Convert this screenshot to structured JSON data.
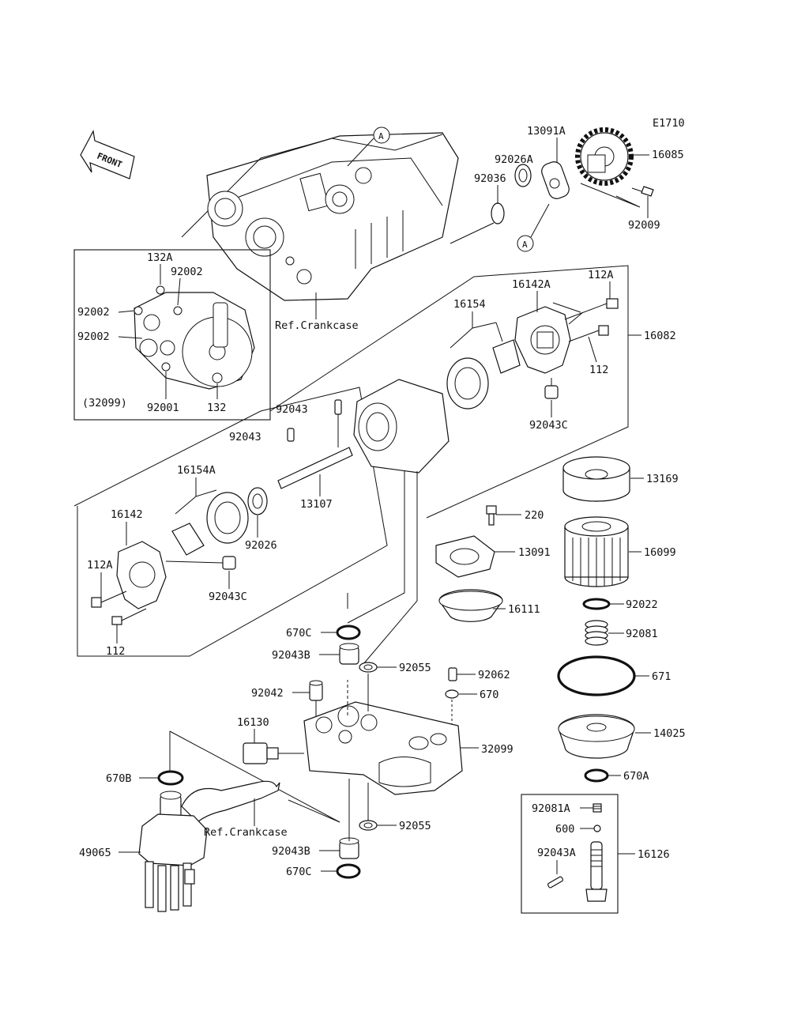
{
  "diagram_code": "E1710",
  "front_label": "FRONT",
  "ref_crankcase_upper": "Ref.Crankcase",
  "ref_crankcase_lower": "Ref.Crankcase",
  "marker_A": "A",
  "parts": {
    "p13091A": "13091A",
    "p16085": "16085",
    "p92026A": "92026A",
    "p92036": "92036",
    "p92009": "92009",
    "p132A": "132A",
    "p92002a": "92002",
    "p92002b": "92002",
    "p92002c": "92002",
    "p32099_paren": "(32099)",
    "p92001": "92001",
    "p132": "132",
    "p16142A": "16142A",
    "p112A_top": "112A",
    "p16154": "16154",
    "p16082": "16082",
    "p112_top": "112",
    "p92043C_top": "92043C",
    "p92043_a": "92043",
    "p92043_b": "92043",
    "p16154A": "16154A",
    "p16142": "16142",
    "p13107": "13107",
    "p92026": "92026",
    "p112A_left": "112A",
    "p92043C_left": "92043C",
    "p112_left": "112",
    "p13169": "13169",
    "p220": "220",
    "p13091": "13091",
    "p16099": "16099",
    "p16111": "16111",
    "p92022": "92022",
    "p92081": "92081",
    "p670C_top": "670C",
    "p92043B_top": "92043B",
    "p92055_top": "92055",
    "p92062": "92062",
    "p670": "670",
    "p671": "671",
    "p92042": "92042",
    "p16130": "16130",
    "p32099": "32099",
    "p14025": "14025",
    "p670B": "670B",
    "p670A": "670A",
    "p92055_bot": "92055",
    "p49065": "49065",
    "p92043B_bot": "92043B",
    "p670C_bot": "670C",
    "p92081A": "92081A",
    "p600": "600",
    "p92043A": "92043A",
    "p16126": "16126"
  }
}
